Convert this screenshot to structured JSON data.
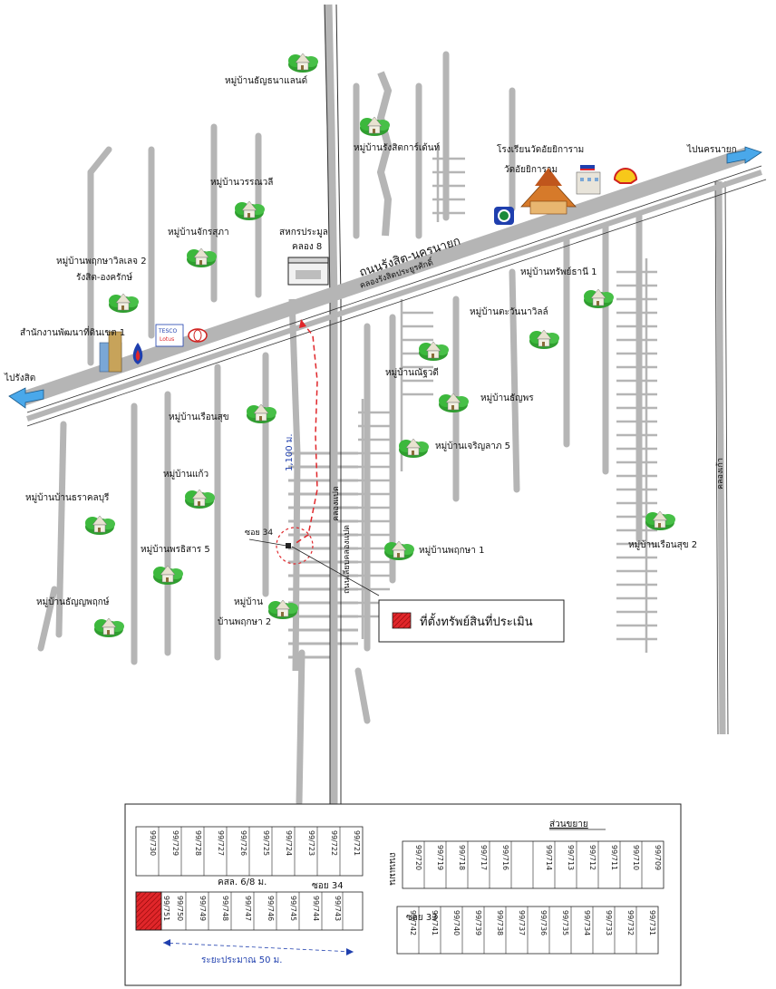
{
  "map": {
    "directions": {
      "left": "ไปรังสิต",
      "right": "ไปนครนายก"
    },
    "road_labels": {
      "main_road": "ถนนรังสิต-นครนายก",
      "canal_main": "คลองรังสิตประยูรศักดิ์",
      "canal_8": "คลองแปด",
      "road_side_canal_8": "ถนนเลียบคลองแปด",
      "canal_9": "คลองเก้า",
      "soi_34": "ซอย 34"
    },
    "distance_label": "1,100 ม.",
    "places": {
      "p1": "หมู่บ้านธัญธนาแลนด์",
      "p2": "หมู่บ้านรังสิตการ์เด้นท์",
      "p3": "โรงเรียนวัดอัยยิการาม",
      "p4": "วัดอัยยิการาม",
      "p5": "หมู่บ้านวรรณวลี",
      "p6": "หมู่บ้านจักรสุภา",
      "p7": "สหกรประมูล",
      "p8": "คลอง 8",
      "p9": "หมู่บ้านพฤกษาวิลเลจ 2",
      "p10": "รังสิต-องครักษ์",
      "p11": "สำนักงานพัฒนาที่ดินเขต 1",
      "p12": "หมู่บ้านทรัพย์ธานี 1",
      "p13": "หมู่บ้านตะวันนาวิลล์",
      "p14": "หมู่บ้านณัฐวดี",
      "p15": "หมู่บ้านธัญพร",
      "p16": "หมู่บ้านเรือนสุข",
      "p17": "หมู่บ้านเจริญลาภ 5",
      "p18": "หมู่บ้านแก้ว",
      "p19": "หมู่บ้านบ้านธราคลบุรี",
      "p20": "หมู่บ้านพรธิสาร 5",
      "p21": "หมู่บ้านพฤกษา 1",
      "p22": "หมู่บ้านเรือนสุข 2",
      "p23": "หมู่บ้าน",
      "p24": "บ้านพฤกษา 2",
      "p25": "หมู่บ้านธัญญพฤกษ์"
    },
    "logo_text": {
      "tesco": "TESCO",
      "lotus": "Lotus"
    },
    "legend": {
      "label": "ที่ตั้งทรัพย์สินที่ประเมิน",
      "color": "#e0262a"
    }
  },
  "plan": {
    "title": "ส่วนขยาย",
    "road": "ถนนเมน",
    "soi_34": "ซอย 34",
    "soi_33": "ซอย 33",
    "width_label": "คสล. 6/8 ม.",
    "distance": "ระยะประมาณ 50 ม.",
    "row1": [
      "99/730",
      "99/729",
      "99/728",
      "99/727",
      "99/726",
      "99/725",
      "99/724",
      "99/723",
      "99/722",
      "99/721"
    ],
    "row2": [
      "99/751",
      "99/750",
      "99/749",
      "99/748",
      "99/747",
      "99/746",
      "99/745",
      "99/744",
      "99/743"
    ],
    "row3": [
      "99/720",
      "99/719",
      "99/718",
      "99/717",
      "99/716",
      "",
      "99/714",
      "99/713",
      "99/712",
      "99/711",
      "99/710",
      "99/709"
    ],
    "row4": [
      "99/742",
      "99/741",
      "99/740",
      "99/739",
      "99/738",
      "99/737",
      "99/736",
      "99/735",
      "99/734",
      "99/733",
      "99/732",
      "99/731"
    ]
  }
}
